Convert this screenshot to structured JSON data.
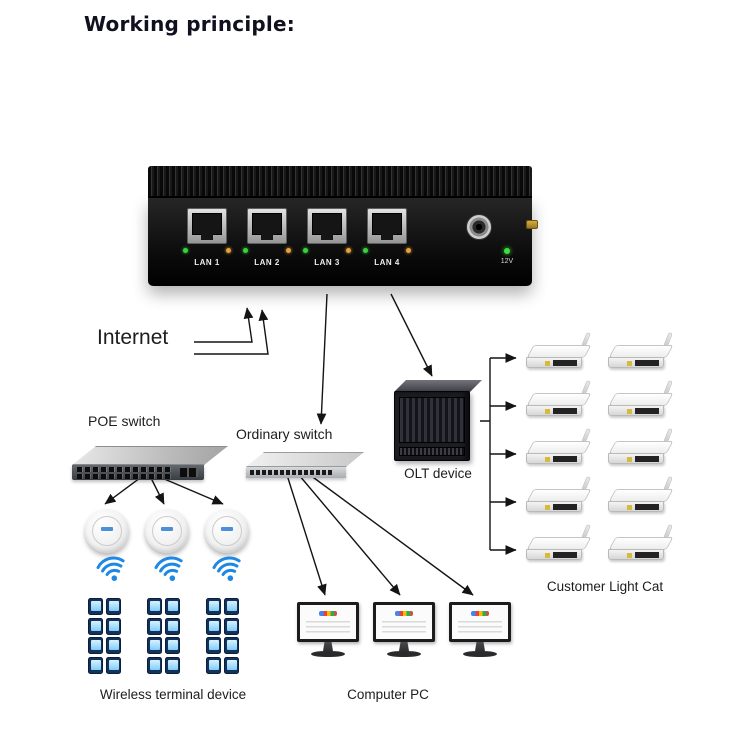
{
  "title": "Working principle:",
  "router": {
    "ports": [
      {
        "label": "LAN 1"
      },
      {
        "label": "LAN 2"
      },
      {
        "label": "LAN 3"
      },
      {
        "label": "LAN 4"
      }
    ],
    "power_label": "12V"
  },
  "labels": {
    "internet": "Internet",
    "poe_switch": "POE switch",
    "ordinary_switch": "Ordinary switch",
    "olt_device": "OLT device",
    "customer_light_cat": "Customer Light Cat",
    "wireless_terminal_device": "Wireless terminal device",
    "computer_pc": "Computer PC"
  },
  "counts": {
    "router_columns": 2,
    "routers_per_column": 5,
    "access_points": 3,
    "wifi_icons": 3,
    "phone_groups": 3,
    "phones_per_group": 8,
    "monitors": 3
  },
  "colors": {
    "line": "#141414",
    "wifi_blue": "#1e88e5",
    "led_green": "#39d23c",
    "led_amber": "#e6a13c",
    "device_black": "#0b0b0b"
  }
}
